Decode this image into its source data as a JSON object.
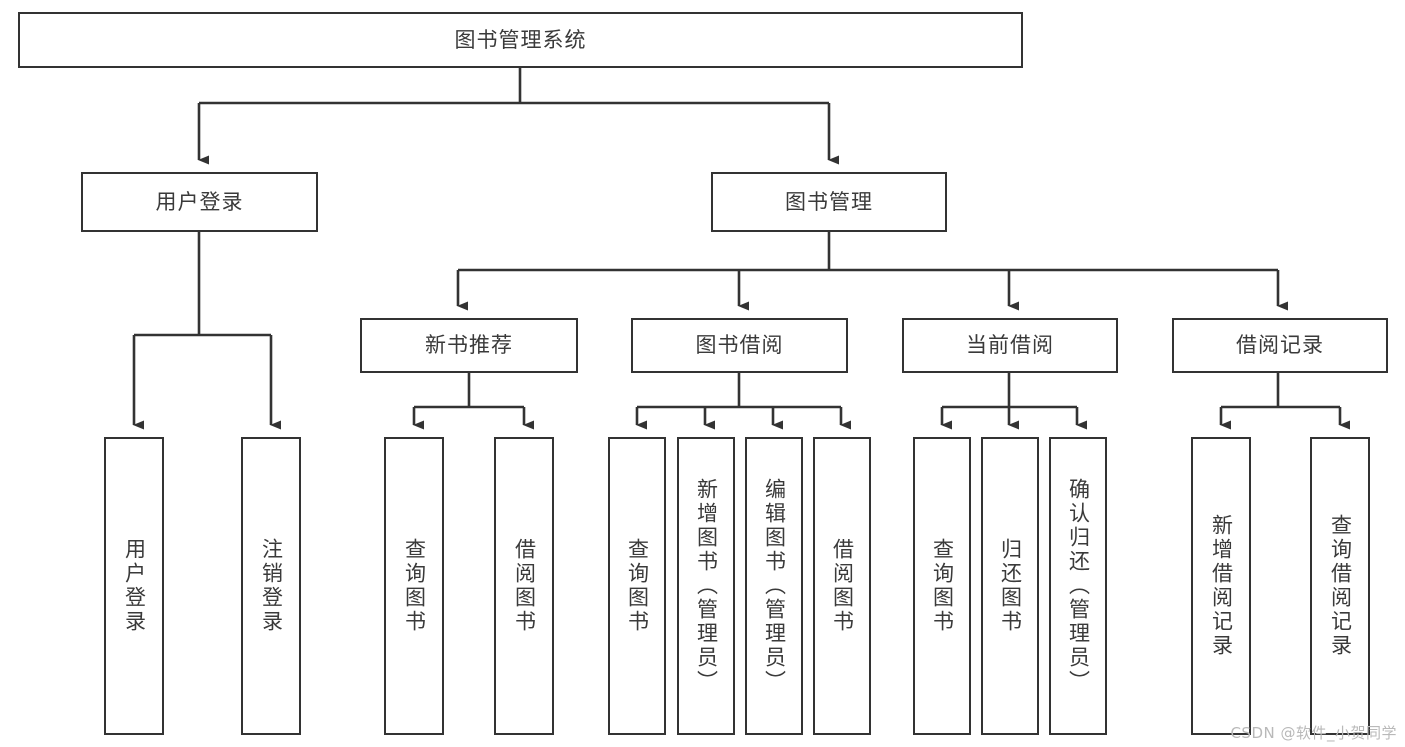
{
  "diagram": {
    "type": "tree",
    "title": "图书管理系统",
    "watermark": "CSDN @软件_小贺同学",
    "colors": {
      "border": "#333333",
      "background": "#ffffff",
      "text": "#3a3a3a",
      "connector": "#333333",
      "watermark": "#b9b9b9"
    },
    "root": {
      "label": "图书管理系统"
    },
    "level2": [
      {
        "label": "用户登录"
      },
      {
        "label": "图书管理"
      }
    ],
    "level3": [
      {
        "label": "新书推荐"
      },
      {
        "label": "图书借阅"
      },
      {
        "label": "当前借阅"
      },
      {
        "label": "借阅记录"
      }
    ],
    "leaves": {
      "user_login": [
        {
          "label": "用户登录"
        },
        {
          "label": "注销登录"
        }
      ],
      "new_book_recommend": [
        {
          "label": "查询图书"
        },
        {
          "label": "借阅图书"
        }
      ],
      "book_borrow": [
        {
          "label": "查询图书"
        },
        {
          "label": "新增图书（管理员）"
        },
        {
          "label": "编辑图书（管理员）"
        },
        {
          "label": "借阅图书"
        }
      ],
      "current_borrow": [
        {
          "label": "查询图书"
        },
        {
          "label": "归还图书"
        },
        {
          "label": "确认归还（管理员）"
        }
      ],
      "borrow_record": [
        {
          "label": "新增借阅记录"
        },
        {
          "label": "查询借阅记录"
        }
      ]
    }
  }
}
